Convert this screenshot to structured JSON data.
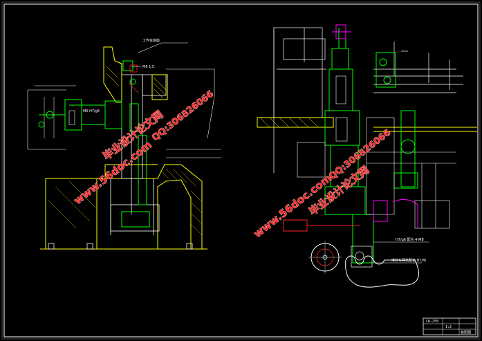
{
  "drawing": {
    "left_view": {
      "callout_label": "工作台底座",
      "small_label": "M6 1.5",
      "note_label": "M6 H7/g6"
    },
    "right_view": {
      "note_upper": "H7/g6 配合 4-M8",
      "note_lower": "滑块与导轨配合 H7/f6"
    },
    "title_block": {
      "code": "LR-250",
      "scale": "1:2",
      "sheet": "装配图"
    },
    "watermarks": [
      {
        "text": "毕业设计论文网"
      },
      {
        "text": "www.56doc.com"
      },
      {
        "text": "QQ:306826066"
      },
      {
        "text": "毕业设计论文网"
      },
      {
        "text": "www.56doc.com"
      },
      {
        "text": "QQ:306826066"
      }
    ],
    "colors": {
      "background": "#000000",
      "frame": "#ffffff",
      "green": "#00ff00",
      "yellow": "#ffff00",
      "magenta": "#ff00ff",
      "red": "#ff2020"
    }
  }
}
